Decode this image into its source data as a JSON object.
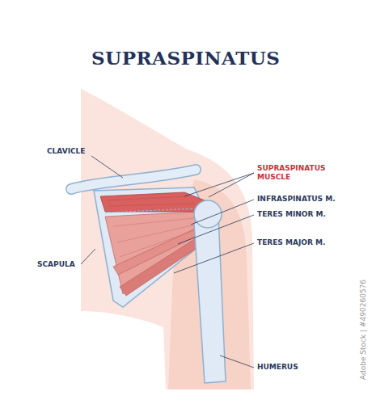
{
  "diagram": {
    "title": "SUPRASPINATUS",
    "labels": [
      "CLAVICLE",
      "SUPRASPINATUS MUSCLE",
      "INFRASPINATUS M.",
      "TERES MINOR M.",
      "TERES MAJOR M.",
      "SCAPULA",
      "HUMERUS",
      "Adobe Stock | #490260576"
    ]
  }
}
